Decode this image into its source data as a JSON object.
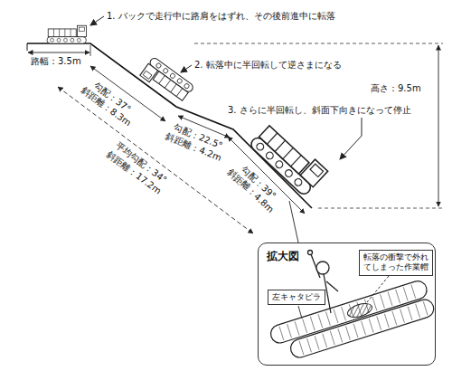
{
  "diagram": {
    "nodes": [
      {
        "text": [
          "拡大図"
        ]
      },
      {
        "text": [
          "転落の衝撃で外れてしまった作業帽"
        ],
        "in": 0
      },
      {
        "text": [
          "左キャタピラ"
        ],
        "in": 0
      }
    ],
    "labels": [
      "1. バックで走行中に路肩をはずれ、その後前進中に転落",
      "2. 転落中に半回転して逆さまになる",
      "3. さらに半回転し、斜面下向きになって停止",
      "路幅：3.5m",
      "高さ：9.5m",
      "勾配：37°",
      "斜距離：8.3m",
      "勾配：22.5°",
      "斜距離：4.2m",
      "平均勾配：34°",
      "斜距離：17.2m",
      "勾配：39°",
      "斜距離：4.8m"
    ]
  }
}
